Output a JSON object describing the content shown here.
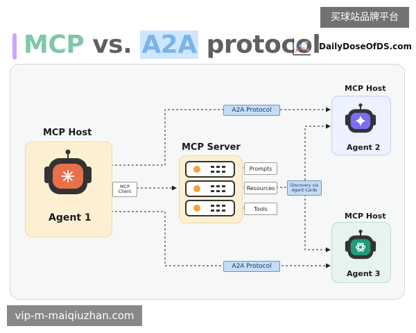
{
  "header": {
    "title_mcp": "MCP",
    "title_vs": "vs.",
    "title_a2a": "A2A",
    "title_protocol": "protocol",
    "brand": "DailyDoseOfDS.com"
  },
  "overlays": {
    "top_right": "买球站品牌平台",
    "bottom_left": "vip-m-maiqiuzhan.com"
  },
  "diagram": {
    "host_left_label": "MCP Host",
    "agent1_name": "Agent 1",
    "mcp_client_line1": "MCP",
    "mcp_client_line2": "Client",
    "server_label": "MCP Server",
    "server_items": [
      "Prompts",
      "Resources",
      "Tools"
    ],
    "discovery_line1": "Discovery via",
    "discovery_line2": "Agent Cards",
    "a2a_top": "A2A Protocol",
    "a2a_bottom": "A2A Protocol",
    "host_top_right_label": "MCP Host",
    "agent2_name": "Agent 2",
    "host_bottom_right_label": "MCP Host",
    "agent3_name": "Agent 3"
  },
  "colors": {
    "mcp": "#7fc7a6",
    "a2a": "#7ab4e7",
    "agent1_face": "#e8704a",
    "agent2_face": "#7b6df0",
    "agent3_face": "#1e9c7c",
    "card_warm": "#fdf0d2"
  },
  "icons": [
    "robot-icon",
    "server-rack-icon",
    "chart-doodle-icon",
    "sparkle-icon",
    "openai-logo-icon"
  ]
}
